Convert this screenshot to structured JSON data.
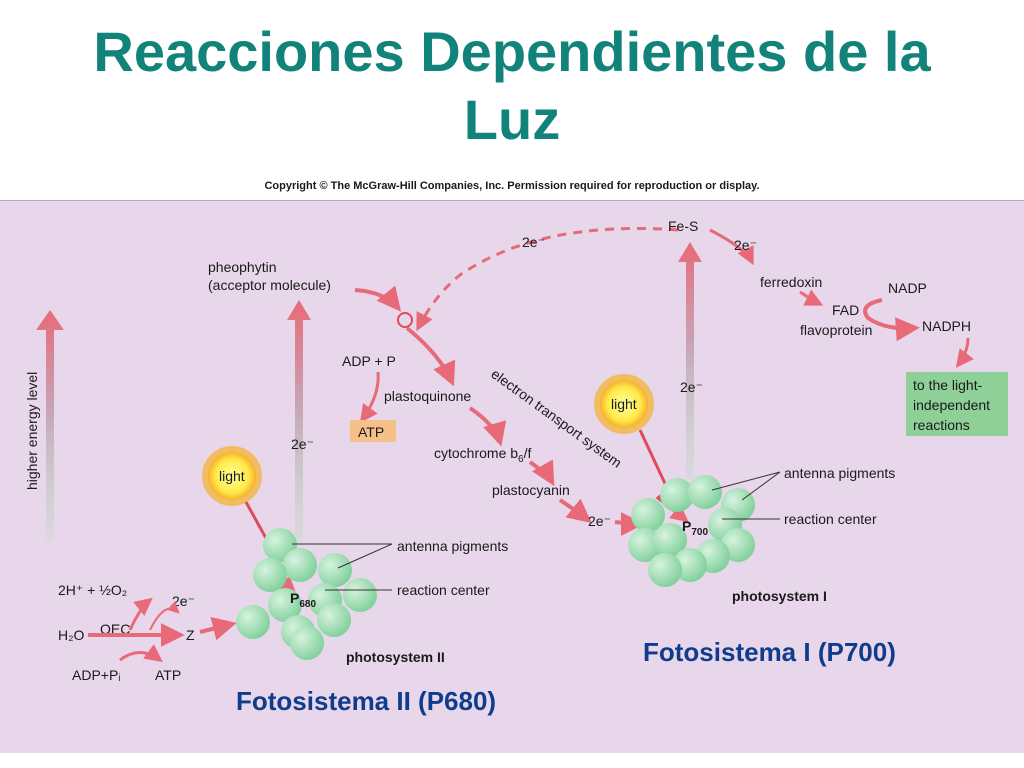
{
  "slide": {
    "title_line1": "Reacciones Dependientes de la",
    "title_line2": "Luz",
    "copyright": "Copyright © The McGraw-Hill Companies, Inc. Permission required for reproduction or display."
  },
  "diagram": {
    "axis_label": "higher energy level",
    "pheophytin_line1": "pheophytin",
    "pheophytin_line2": "(acceptor molecule)",
    "two_e": "2e⁻",
    "adp_p": "ADP + P",
    "plastoquinone": "plastoquinone",
    "atp": "ATP",
    "cytochrome": "cytochrome b",
    "cytochrome_sub": "6",
    "cytochrome_tail": "/f",
    "plastocyanin": "plastocyanin",
    "ets": "electron transport system",
    "fe_s": "Fe-S",
    "ferredoxin": "ferredoxin",
    "fad": "FAD",
    "flavoprotein": "flavoprotein",
    "nadp": "NADP",
    "nadph": "NADPH",
    "light_independent_line1": "to the light-",
    "light_independent_line2": "independent",
    "light_independent_line3": "reactions",
    "light": "light",
    "antenna_pigments": "antenna pigments",
    "reaction_center": "reaction center",
    "p680_main": "P",
    "p680_sub": "680",
    "p700_main": "P",
    "p700_sub": "700",
    "photosystem_ii": "photosystem II",
    "photosystem_i": "photosystem I",
    "water_split": "2H⁺ + ½O₂",
    "oec": "OEC",
    "h2o": "H₂O",
    "z": "Z",
    "adp_pi": "ADP+Pᵢ",
    "atp_small": "ATP",
    "caption_ps1": "Fotosistema I (P700)",
    "caption_ps2": "Fotosistema II (P680)"
  },
  "colors": {
    "title": "#11837a",
    "panel": "#e8d7ea",
    "arrow": "#e86a78",
    "sphere": "#9ad9b0",
    "atp_box": "#f6c089",
    "green_box": "#8fcf98",
    "caption": "#0f3c8c"
  }
}
